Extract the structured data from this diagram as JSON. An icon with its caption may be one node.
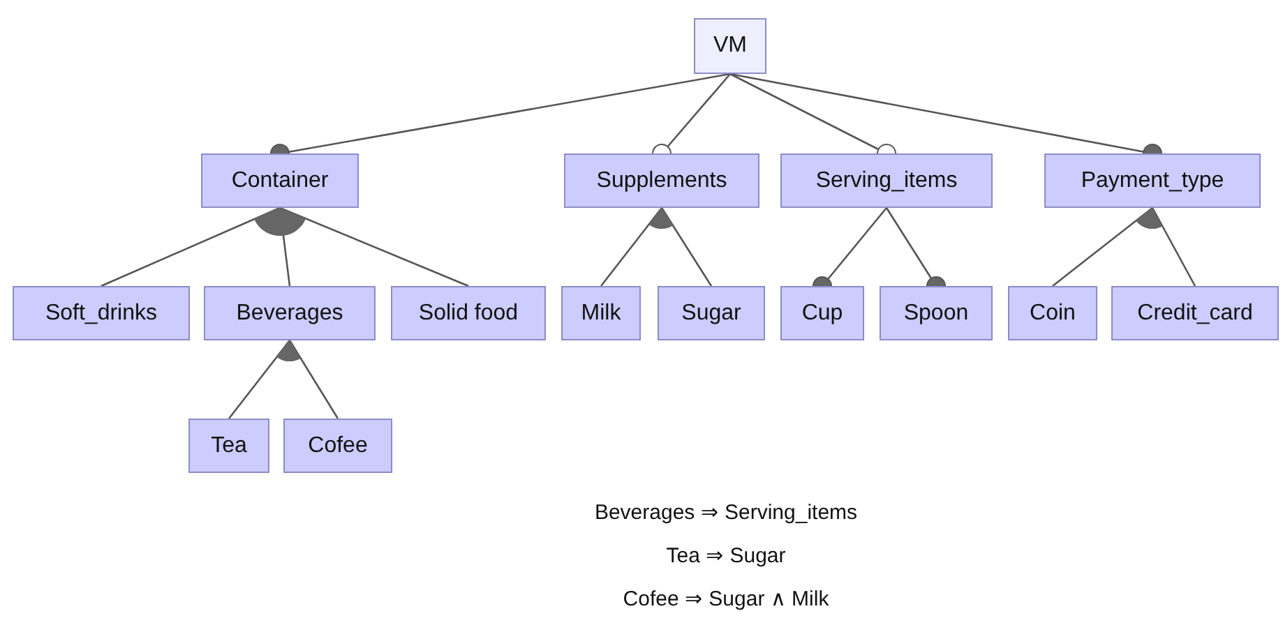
{
  "diagram": {
    "nodes": [
      {
        "text": [
          "VM"
        ]
      },
      {
        "text": [
          "Container"
        ]
      },
      {
        "text": [
          "Supplements"
        ]
      },
      {
        "text": [
          "Serving_items"
        ]
      },
      {
        "text": [
          "Payment_type"
        ]
      },
      {
        "text": [
          "Soft_drinks"
        ]
      },
      {
        "text": [
          "Beverages"
        ]
      },
      {
        "text": [
          "Solid food"
        ]
      },
      {
        "text": [
          "Milk"
        ]
      },
      {
        "text": [
          "Sugar"
        ]
      },
      {
        "text": [
          "Cup"
        ]
      },
      {
        "text": [
          "Spoon"
        ]
      },
      {
        "text": [
          "Coin"
        ]
      },
      {
        "text": [
          "Credit_card"
        ]
      },
      {
        "text": [
          "Tea"
        ]
      },
      {
        "text": [
          "Cofee"
        ]
      }
    ],
    "edges": [
      {
        "from": 0,
        "to": 1,
        "arrow": "other"
      },
      {
        "from": 0,
        "to": 2,
        "arrow": "other"
      },
      {
        "from": 0,
        "to": 3,
        "arrow": "other"
      },
      {
        "from": 0,
        "to": 4,
        "arrow": "other"
      },
      {
        "from": 1,
        "to": 5,
        "arrow": "other"
      },
      {
        "from": 1,
        "to": 6,
        "arrow": "other"
      },
      {
        "from": 1,
        "to": 7,
        "arrow": "other"
      },
      {
        "from": 2,
        "to": 8,
        "arrow": "other"
      },
      {
        "from": 2,
        "to": 9,
        "arrow": "other"
      },
      {
        "from": 3,
        "to": 10,
        "arrow": "other"
      },
      {
        "from": 3,
        "to": 11,
        "arrow": "other"
      },
      {
        "from": 4,
        "to": 12,
        "arrow": "other"
      },
      {
        "from": 4,
        "to": 13,
        "arrow": "other"
      },
      {
        "from": 6,
        "to": 14,
        "arrow": "other"
      },
      {
        "from": 6,
        "to": 15,
        "arrow": "other"
      }
    ],
    "labels": [
      "Beverages ⇒ Serving_items",
      "Tea ⇒ Sugar",
      "Cofee ⇒ Sugar ∧ Milk"
    ]
  }
}
